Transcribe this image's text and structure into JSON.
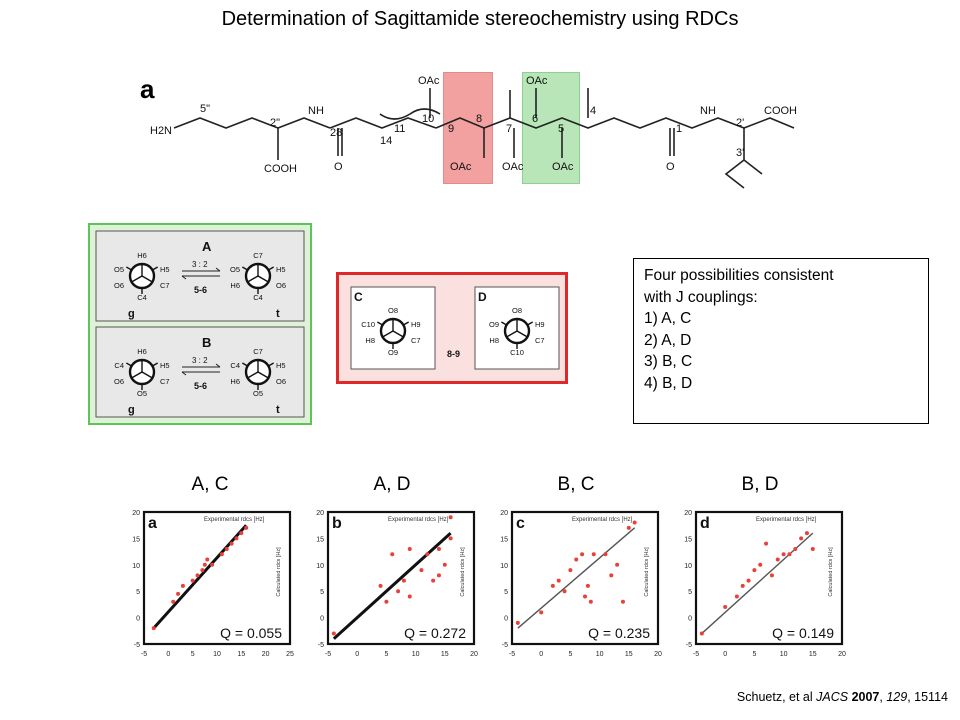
{
  "title": "Determination of Sagittamide stereochemistry using RDCs",
  "structure": {
    "panel_letter": "a",
    "atom_labels": [
      "H2N",
      "5\"",
      "2\"",
      "NH",
      "28",
      "11",
      "14",
      "10",
      "9",
      "8",
      "7",
      "6",
      "5",
      "4",
      "1",
      "NH",
      "2'",
      "COOH",
      "3'",
      "COOH",
      "OAc",
      "OAc",
      "OAc",
      "OAc",
      "OAc",
      "O",
      "O"
    ]
  },
  "conformers": {
    "A": {
      "label": "A",
      "ratio": "3 : 2",
      "bond": "5-6",
      "left_tag": "g",
      "right_tag": "t",
      "left": {
        "top": "H6",
        "ul": "O5",
        "ur": "H5",
        "ll": "O6",
        "lr": "C7",
        "bottom": "C4"
      },
      "right": {
        "top": "C7",
        "ul": "O5",
        "ur": "H5",
        "ll": "H6",
        "lr": "O6",
        "bottom": "C4"
      }
    },
    "B": {
      "label": "B",
      "ratio": "3 : 2",
      "bond": "5-6",
      "left_tag": "g",
      "right_tag": "t",
      "left": {
        "top": "H6",
        "ul": "C4",
        "ur": "H5",
        "ll": "O6",
        "lr": "C7",
        "bottom": "O5"
      },
      "right": {
        "top": "C7",
        "ul": "C4",
        "ur": "H5",
        "ll": "H6",
        "lr": "O6",
        "bottom": "O5"
      }
    },
    "C": {
      "label": "C",
      "top": "O8",
      "ul": "C10",
      "ur": "H9",
      "ll": "H8",
      "lr": "C7",
      "bottom": "O9"
    },
    "D": {
      "label": "D",
      "top": "O8",
      "ul": "O9",
      "ur": "H9",
      "ll": "H8",
      "lr": "C7",
      "bottom": "C10"
    },
    "bond_89": "8-9"
  },
  "possibilities": {
    "header_line1": "Four possibilities consistent",
    "header_line2": "with J couplings:",
    "items": [
      "1)  A, C",
      "2)  A, D",
      "3)  B, C",
      "4)  B, D"
    ]
  },
  "plot_labels": [
    "A, C",
    "A, D",
    "B, C",
    "B, D"
  ],
  "citation": {
    "authors": "Schuetz, et al ",
    "journal": "JACS",
    "year": "2007",
    "volume": "129",
    "pages": "15114"
  },
  "colors": {
    "red_highlight": "#f2a0a0",
    "green_highlight": "#b8e6b8",
    "red_border": "#e02828",
    "green_border": "#58c658",
    "point": "#e8413a"
  },
  "chart_data": [
    {
      "type": "scatter",
      "panel": "a",
      "title": "Experimental rdcs [Hz]",
      "ylabel": "Calculated rdcs [Hz]",
      "xlim": [
        -5,
        25
      ],
      "ylim": [
        -5,
        20
      ],
      "x_ticks": [
        "-5",
        "0",
        "5",
        "10",
        "15",
        "20",
        "25"
      ],
      "y_ticks": [
        "-5",
        "0",
        "5",
        "10",
        "15",
        "20"
      ],
      "points": [
        [
          -3,
          -2
        ],
        [
          1,
          3
        ],
        [
          2,
          4.5
        ],
        [
          3,
          6
        ],
        [
          5,
          7
        ],
        [
          6,
          8
        ],
        [
          7,
          9
        ],
        [
          7.5,
          10
        ],
        [
          8,
          11
        ],
        [
          9,
          10
        ],
        [
          11,
          12
        ],
        [
          12,
          13
        ],
        [
          13,
          14
        ],
        [
          14,
          15
        ],
        [
          15,
          16
        ],
        [
          16,
          17
        ]
      ],
      "fit": [
        [
          -3,
          -2
        ],
        [
          16,
          17.5
        ]
      ],
      "annotation": "Q = 0.055"
    },
    {
      "type": "scatter",
      "panel": "b",
      "title": "Experimental rdcs [Hz]",
      "ylabel": "Calculated rdcs [Hz]",
      "xlim": [
        -5,
        20
      ],
      "ylim": [
        -5,
        20
      ],
      "x_ticks": [
        "-5",
        "0",
        "5",
        "10",
        "15",
        "20"
      ],
      "y_ticks": [
        "-5",
        "0",
        "5",
        "10",
        "15",
        "20"
      ],
      "points": [
        [
          -4,
          -3
        ],
        [
          4,
          6
        ],
        [
          5,
          3
        ],
        [
          6,
          12
        ],
        [
          7,
          5
        ],
        [
          8,
          7
        ],
        [
          9,
          4
        ],
        [
          9,
          13
        ],
        [
          11,
          9
        ],
        [
          12,
          12
        ],
        [
          13,
          7
        ],
        [
          14,
          8
        ],
        [
          14,
          13
        ],
        [
          15,
          10
        ],
        [
          16,
          15
        ],
        [
          16,
          19
        ]
      ],
      "fit": [
        [
          -4,
          -4
        ],
        [
          16,
          16
        ]
      ],
      "annotation": "Q = 0.272"
    },
    {
      "type": "scatter",
      "panel": "c",
      "title": "Experimental rdcs [Hz]",
      "ylabel": "Calculated rdcs [Hz]",
      "xlim": [
        -5,
        20
      ],
      "ylim": [
        -5,
        20
      ],
      "x_ticks": [
        "-5",
        "0",
        "5",
        "10",
        "15",
        "20"
      ],
      "y_ticks": [
        "-5",
        "0",
        "5",
        "10",
        "15",
        "20"
      ],
      "points": [
        [
          -4,
          -1
        ],
        [
          0,
          1
        ],
        [
          2,
          6
        ],
        [
          3,
          7
        ],
        [
          4,
          5
        ],
        [
          5,
          9
        ],
        [
          6,
          11
        ],
        [
          7,
          12
        ],
        [
          7.5,
          4
        ],
        [
          8,
          6
        ],
        [
          8.5,
          3
        ],
        [
          9,
          12
        ],
        [
          11,
          12
        ],
        [
          12,
          8
        ],
        [
          13,
          10
        ],
        [
          15,
          17
        ],
        [
          16,
          18
        ],
        [
          14,
          3
        ]
      ],
      "fit": [
        [
          -4,
          -2
        ],
        [
          16,
          17
        ]
      ],
      "annotation": "Q = 0.235"
    },
    {
      "type": "scatter",
      "panel": "d",
      "title": "Experimental rdcs [Hz]",
      "ylabel": "Calculated rdcs [Hz]",
      "xlim": [
        -5,
        20
      ],
      "ylim": [
        -5,
        20
      ],
      "x_ticks": [
        "-5",
        "0",
        "5",
        "10",
        "15",
        "20"
      ],
      "y_ticks": [
        "-5",
        "0",
        "5",
        "10",
        "15",
        "20"
      ],
      "points": [
        [
          -4,
          -3
        ],
        [
          0,
          2
        ],
        [
          2,
          4
        ],
        [
          3,
          6
        ],
        [
          4,
          7
        ],
        [
          5,
          9
        ],
        [
          6,
          10
        ],
        [
          7,
          14
        ],
        [
          8,
          8
        ],
        [
          9,
          11
        ],
        [
          10,
          12
        ],
        [
          11,
          12
        ],
        [
          12,
          13
        ],
        [
          13,
          15
        ],
        [
          14,
          16
        ],
        [
          15,
          13
        ]
      ],
      "fit": [
        [
          -4,
          -3
        ],
        [
          15,
          16
        ]
      ],
      "annotation": "Q = 0.149"
    }
  ]
}
